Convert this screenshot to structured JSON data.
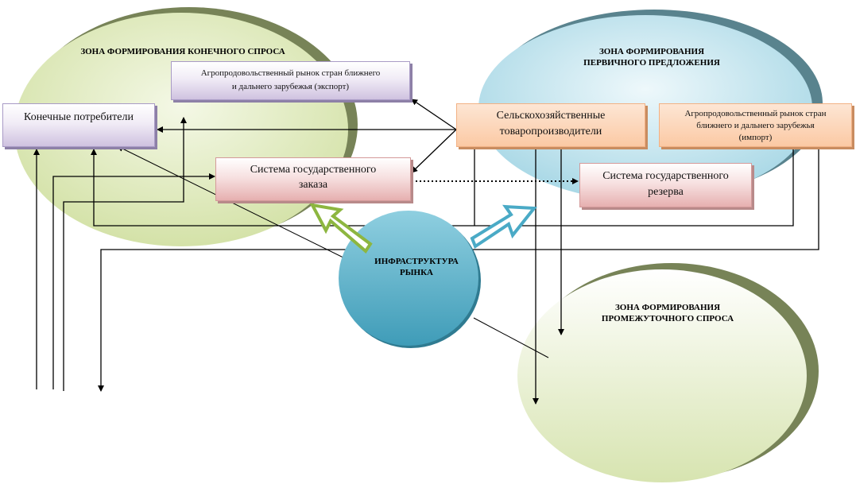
{
  "zones": {
    "final_demand": {
      "title": "ЗОНА ФОРМИРОВАНИЯ КОНЕЧНОГО СПРОСА",
      "color": "#dfe9c0"
    },
    "primary_supply": {
      "title_line1": "ЗОНА ФОРМИРОВАНИЯ",
      "title_line2": "ПЕРВИЧНОГО ПРЕДЛОЖЕНИЯ",
      "color": "#bfe2ec"
    },
    "intermediate_demand": {
      "title_line1": "ЗОНА ФОРМИРОВАНИЯ",
      "title_line2": "ПРОМЕЖУТОЧНОГО СПРОСА",
      "color": "#e3ebcb"
    }
  },
  "boxes": {
    "export_market": {
      "line1": "Агропродовольственный рынок стран ближнего",
      "line2": "и дальнего зарубежья (экспорт)"
    },
    "final_consumers": {
      "line1": "Конечные потребители"
    },
    "agri_producers": {
      "line1": "Сельскохозяйственные",
      "line2": "товаропроизводители"
    },
    "import_market": {
      "line1": "Агропродовольственный рынок стран",
      "line2": "ближнего и дальнего зарубежья",
      "line3": "(импорт)"
    },
    "state_order": {
      "line1": "Система государственного",
      "line2": "заказа"
    },
    "state_reserve": {
      "line1": "Система государственного",
      "line2": "резерва"
    }
  },
  "infrastructure": {
    "line1": "ИНФРАСТРУКТУРА",
    "line2": "РЫНКА",
    "color": "#5fb5cc"
  },
  "arrows": {
    "infra_to_state_order_color": "#8db640",
    "infra_to_supply_color": "#4aaac6"
  }
}
